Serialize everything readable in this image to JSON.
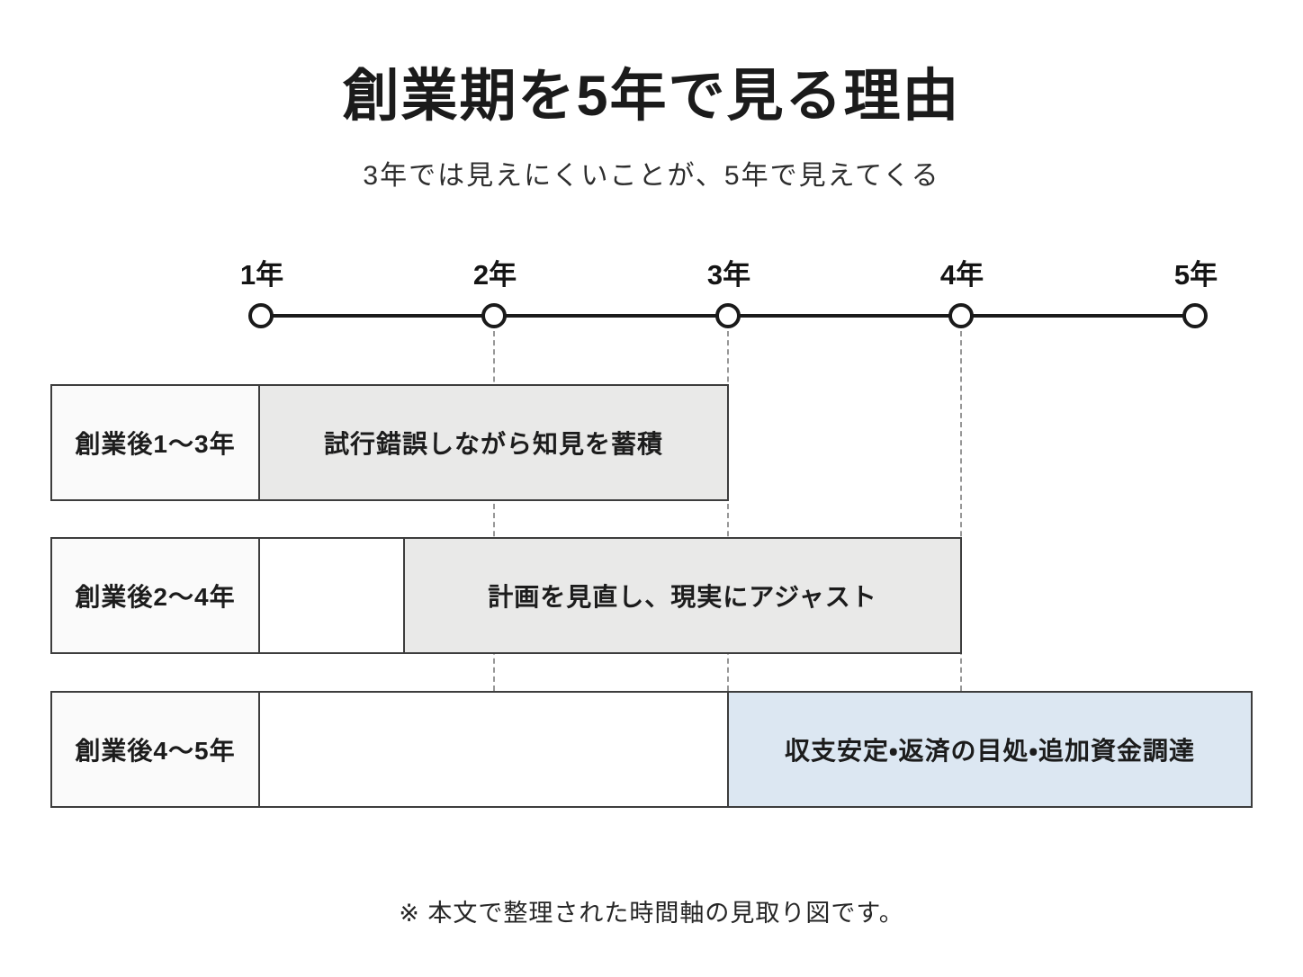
{
  "title": "創業期を5年で見る理由",
  "subtitle": "3年では見えにくいことが、5年で見えてくる",
  "timeline": {
    "labels": [
      "1年",
      "2年",
      "3年",
      "4年",
      "5年"
    ]
  },
  "rows": [
    {
      "label": "創業後1〜3年",
      "bar_text": "試行錯誤しながら知見を蓄積"
    },
    {
      "label": "創業後2〜4年",
      "bar_text": "計画を見直し、現実にアジャスト"
    },
    {
      "label": "創業後4〜5年",
      "bar_text": "収支安定・返済の目処・追加資金調達"
    }
  ],
  "footnote": "※ 本文で整理された時間軸の見取り図です。",
  "colors": {
    "background": "#ffffff",
    "text": "#1b1b1b",
    "border": "#3d3d3d",
    "bar_gray": "#e9e9e8",
    "bar_blue": "#dce7f2",
    "label_cell": "#fafafa",
    "dotted_guide": "#979797",
    "axis": "#1a1a1a"
  }
}
